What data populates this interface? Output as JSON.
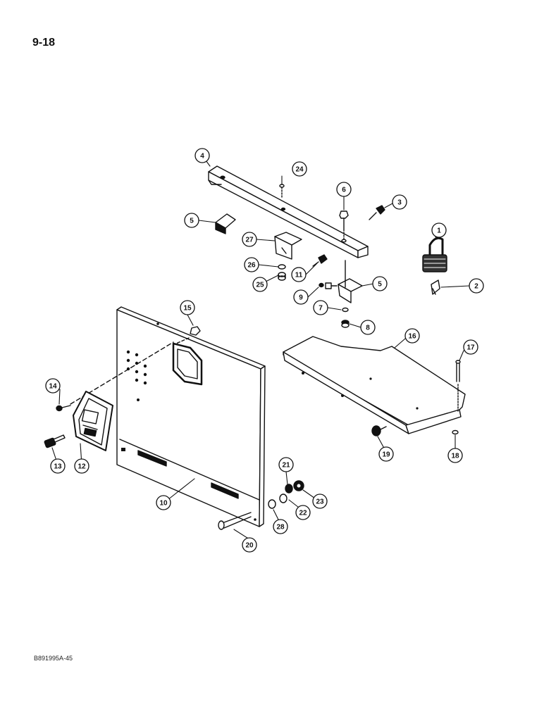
{
  "page": {
    "number": "9-18",
    "drawing_code": "B891995A-45"
  },
  "parts": [
    {
      "key": "p1",
      "label": "1",
      "name": "padlock"
    },
    {
      "key": "p2",
      "label": "2",
      "name": "key"
    },
    {
      "key": "p3",
      "label": "3",
      "name": "screw"
    },
    {
      "key": "p4",
      "label": "4",
      "name": "bracket-bar"
    },
    {
      "key": "p5a",
      "label": "5",
      "name": "bracket"
    },
    {
      "key": "p5b",
      "label": "5",
      "name": "bracket"
    },
    {
      "key": "p6",
      "label": "6",
      "name": "bolt"
    },
    {
      "key": "p7",
      "label": "7",
      "name": "washer"
    },
    {
      "key": "p8",
      "label": "8",
      "name": "nut"
    },
    {
      "key": "p9",
      "label": "9",
      "name": "bolt"
    },
    {
      "key": "p10",
      "label": "10",
      "name": "door-panel"
    },
    {
      "key": "p11",
      "label": "11",
      "name": "screw"
    },
    {
      "key": "p12",
      "label": "12",
      "name": "latch"
    },
    {
      "key": "p13",
      "label": "13",
      "name": "key"
    },
    {
      "key": "p14",
      "label": "14",
      "name": "screw"
    },
    {
      "key": "p15",
      "label": "15",
      "name": "nut"
    },
    {
      "key": "p16",
      "label": "16",
      "name": "plate"
    },
    {
      "key": "p17",
      "label": "17",
      "name": "pin"
    },
    {
      "key": "p18",
      "label": "18",
      "name": "washer"
    },
    {
      "key": "p19",
      "label": "19",
      "name": "knob"
    },
    {
      "key": "p20",
      "label": "20",
      "name": "bolt"
    },
    {
      "key": "p21",
      "label": "21",
      "name": "washer"
    },
    {
      "key": "p22",
      "label": "22",
      "name": "washer"
    },
    {
      "key": "p23",
      "label": "23",
      "name": "nut"
    },
    {
      "key": "p24",
      "label": "24",
      "name": "bolt"
    },
    {
      "key": "p25",
      "label": "25",
      "name": "nut"
    },
    {
      "key": "p26",
      "label": "26",
      "name": "washer"
    },
    {
      "key": "p27",
      "label": "27",
      "name": "bracket"
    },
    {
      "key": "p28",
      "label": "28",
      "name": "washer"
    }
  ]
}
